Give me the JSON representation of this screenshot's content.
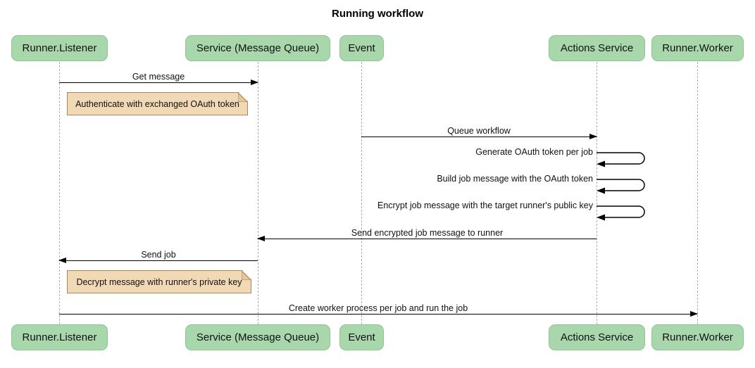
{
  "title": "Running workflow",
  "participants": [
    {
      "label": "Runner.Listener"
    },
    {
      "label": "Service (Message Queue)"
    },
    {
      "label": "Event"
    },
    {
      "label": "Actions Service"
    },
    {
      "label": "Runner.Worker"
    }
  ],
  "messages": [
    {
      "type": "arrow",
      "from": "Runner.Listener",
      "to": "Service (Message Queue)",
      "label": "Get message"
    },
    {
      "type": "note",
      "over": "Runner.Listener",
      "label": "Authenticate with exchanged OAuth token"
    },
    {
      "type": "arrow",
      "from": "Event",
      "to": "Actions Service",
      "label": "Queue workflow"
    },
    {
      "type": "self",
      "on": "Actions Service",
      "label": "Generate OAuth token per job"
    },
    {
      "type": "self",
      "on": "Actions Service",
      "label": "Build job message with the OAuth token"
    },
    {
      "type": "self",
      "on": "Actions Service",
      "label": "Encrypt job message with the target runner's public key"
    },
    {
      "type": "arrow",
      "from": "Actions Service",
      "to": "Service (Message Queue)",
      "label": "Send encrypted job message to runner"
    },
    {
      "type": "arrow",
      "from": "Service (Message Queue)",
      "to": "Runner.Listener",
      "label": "Send job"
    },
    {
      "type": "note",
      "over": "Runner.Listener",
      "label": "Decrypt message with runner's private key"
    },
    {
      "type": "arrow",
      "from": "Runner.Listener",
      "to": "Runner.Worker",
      "label": "Create worker process per job and run the job"
    }
  ],
  "colors": {
    "participant_fill": "#A8D7AB",
    "participant_border": "#8FC493",
    "note_fill": "#F1D9B5",
    "note_border": "#A5895B",
    "note_fold": "#E4C89E",
    "message_line": "#000000",
    "lifeline": "#ADADAD",
    "text": "#111111",
    "background": "#FFFFFF"
  }
}
